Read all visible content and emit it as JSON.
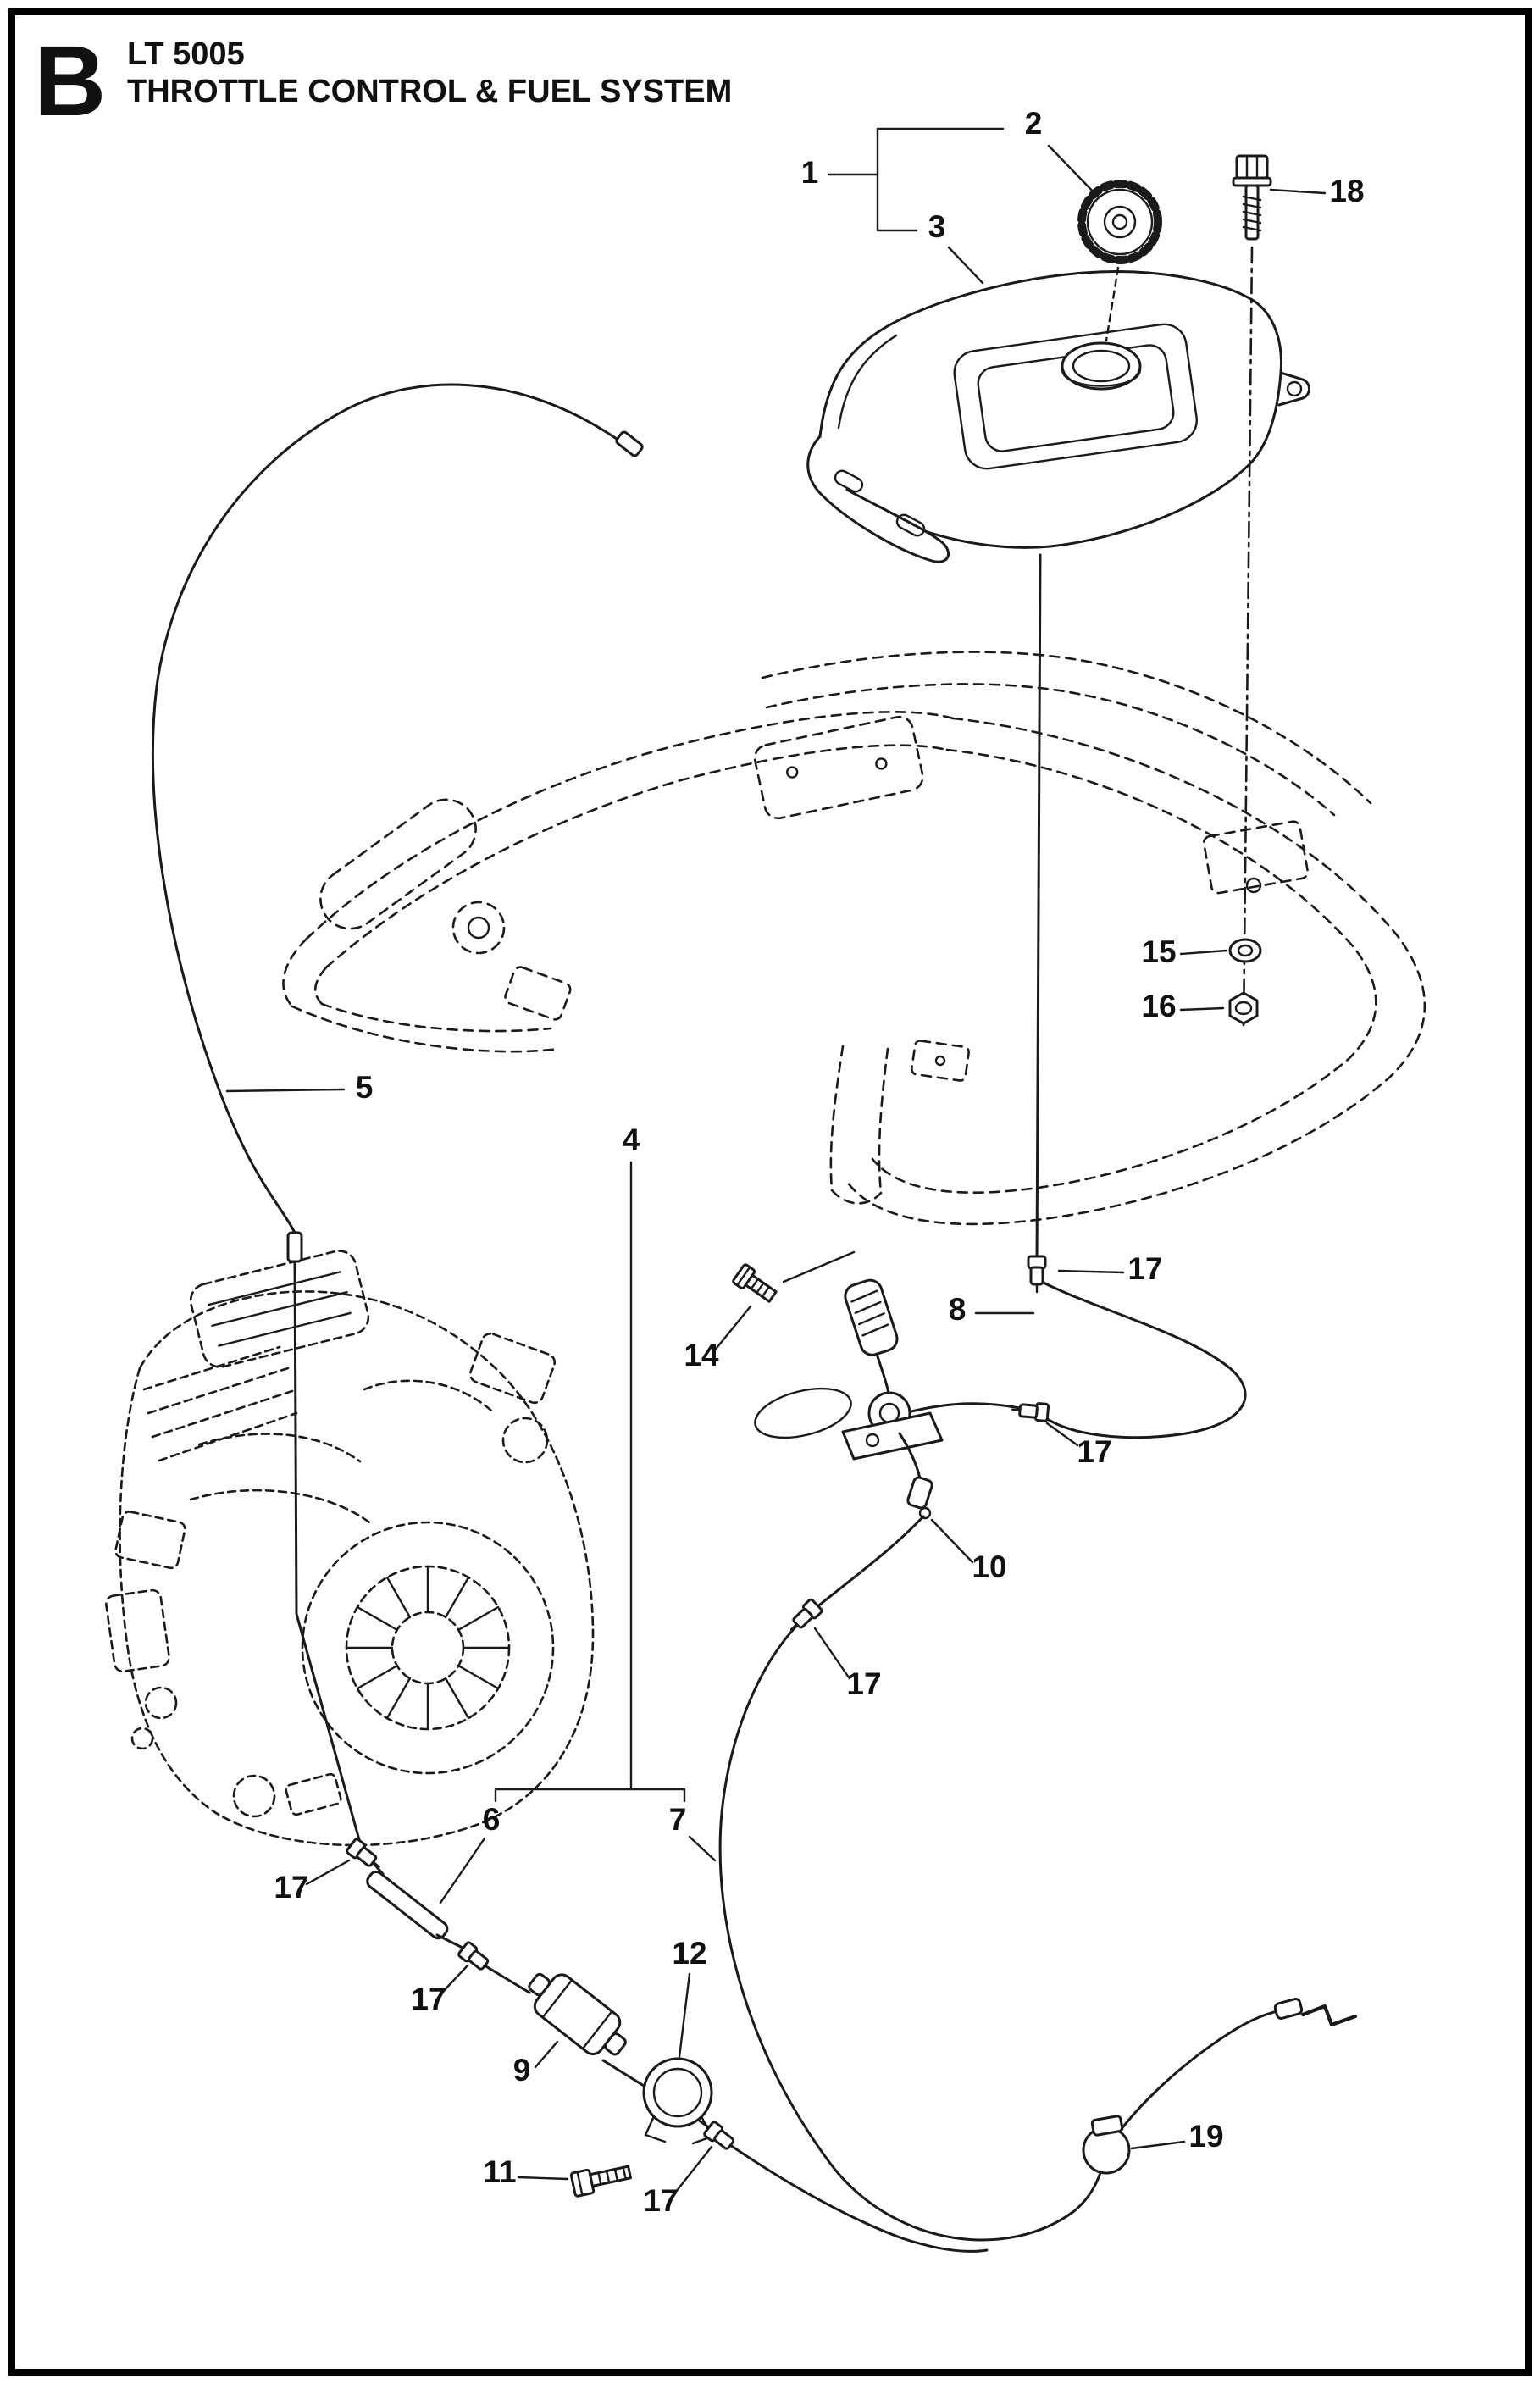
{
  "header": {
    "section_letter": "B",
    "model": "LT 5005",
    "title": "THROTTLE CONTROL & FUEL SYSTEM"
  },
  "colors": {
    "line": "#1a1a1a",
    "border": "#000000",
    "background": "#ffffff"
  },
  "callouts": [
    "1",
    "2",
    "3",
    "18",
    "15",
    "16",
    "5",
    "4",
    "8",
    "17",
    "14",
    "17",
    "10",
    "17",
    "6",
    "7",
    "17",
    "17",
    "9",
    "12",
    "17",
    "11",
    "19"
  ]
}
